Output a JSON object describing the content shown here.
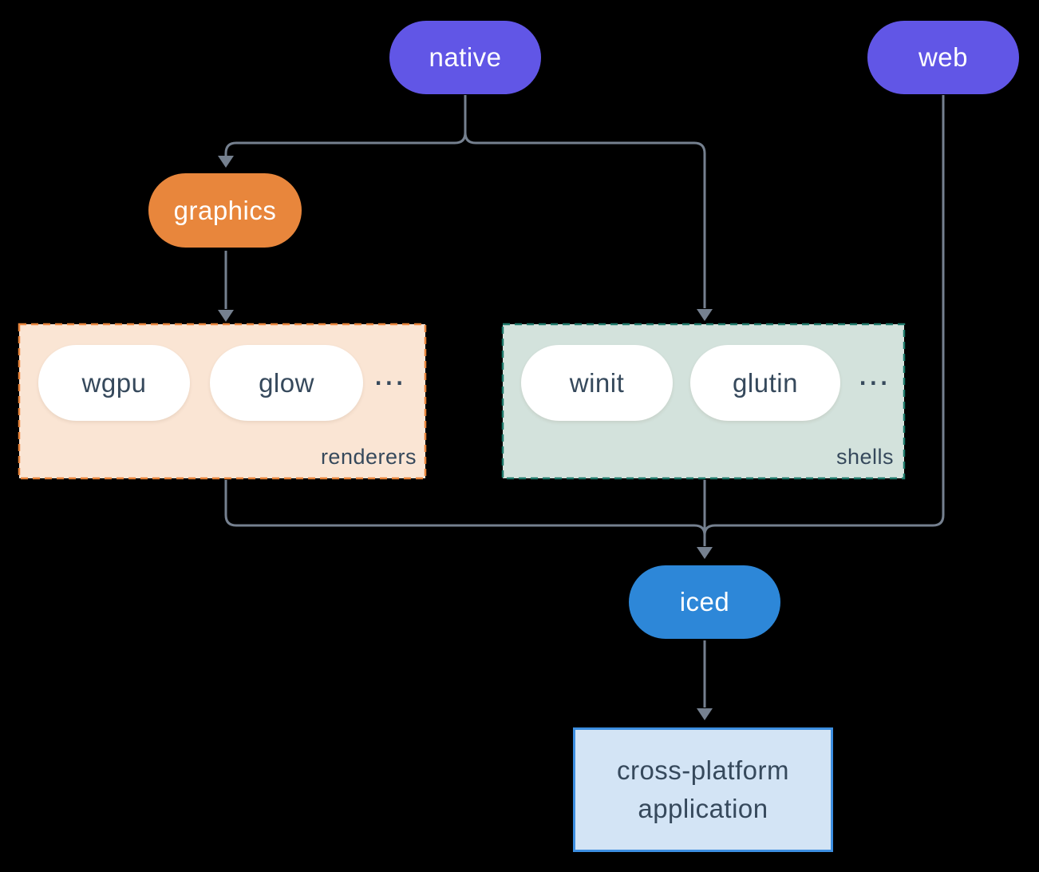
{
  "diagram": {
    "background": "#000000",
    "nodes": {
      "native": {
        "label": "native",
        "color": "#6156e6"
      },
      "web": {
        "label": "web",
        "color": "#6156e6"
      },
      "graphics": {
        "label": "graphics",
        "color": "#e8863c"
      },
      "iced": {
        "label": "iced",
        "color": "#2d87d8"
      },
      "wgpu": {
        "label": "wgpu"
      },
      "glow": {
        "label": "glow"
      },
      "winit": {
        "label": "winit"
      },
      "glutin": {
        "label": "glutin"
      },
      "application": {
        "label": "cross-platform\napplication",
        "fill": "#d3e4f5",
        "border": "#3c8ee0"
      }
    },
    "groups": {
      "renderers": {
        "label": "renderers",
        "more": "...",
        "fill": "#fae5d4",
        "border": "#e8843b"
      },
      "shells": {
        "label": "shells",
        "more": "...",
        "fill": "#d3e2dc",
        "border": "#1f7a6b"
      }
    },
    "edges": {
      "color": "#75808f",
      "connections": [
        "native -> graphics",
        "native -> shells",
        "graphics -> renderers",
        "renderers -> iced",
        "shells -> iced",
        "web -> iced",
        "iced -> application"
      ]
    }
  }
}
